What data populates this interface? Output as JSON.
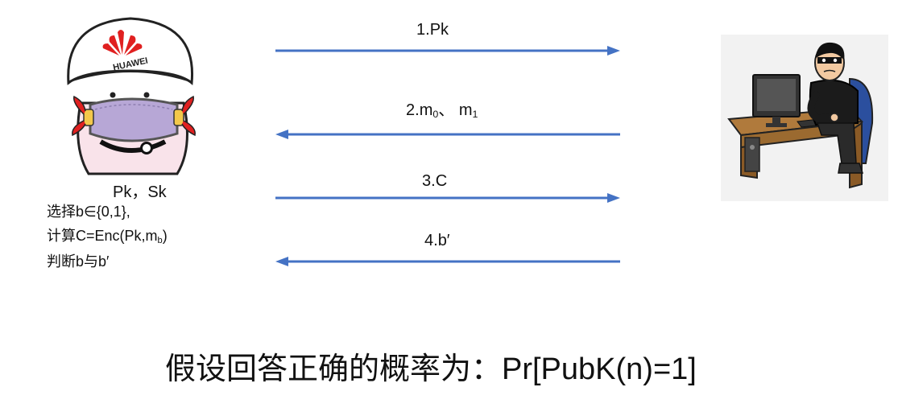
{
  "arrows": [
    {
      "prefix": "1.",
      "main": "Pk",
      "direction": "right"
    },
    {
      "prefix": "2.",
      "main": "m",
      "sub0": "0",
      "mid": "、 m",
      "sub1": "1",
      "direction": "left"
    },
    {
      "prefix": "3.",
      "main": "C",
      "direction": "right"
    },
    {
      "prefix": "4.",
      "main": "b′",
      "direction": "left"
    }
  ],
  "sender": {
    "keys": "Pk，Sk",
    "step1": "选择b∈{0,1},",
    "step2_prefix": "计算C=Enc(Pk,m",
    "step2_sub": "b",
    "step2_suffix": ")",
    "step3": "判断b与b′",
    "helmet_text": "HUAWEI"
  },
  "caption": "假设回答正确的概率为：Pr[PubK(n)=1]",
  "colors": {
    "arrow": "#4472c4",
    "mask": "#b7a7d6",
    "huawei_red": "#e02020"
  }
}
